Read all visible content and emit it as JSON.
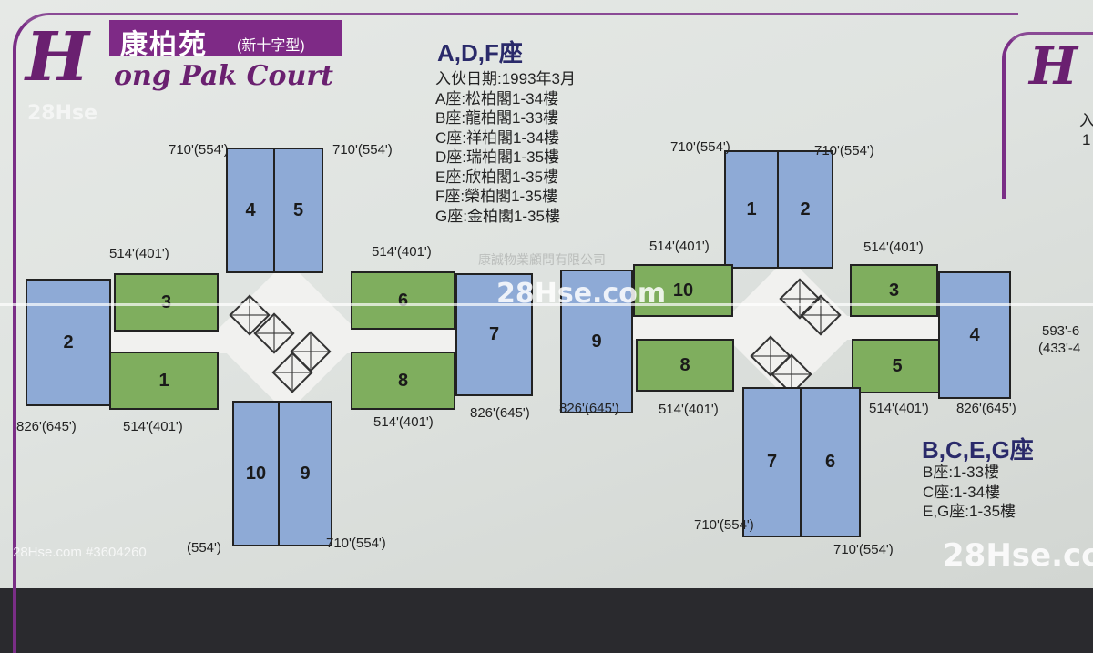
{
  "header": {
    "title_cn": "康柏苑",
    "title_type": "(新十字型)",
    "title_en": "ong Pak Court",
    "script_initial": "H"
  },
  "block_adf": {
    "title": "A,D,F座",
    "intake": "入伙日期:1993年3月",
    "blocks": [
      "A座:松柏閣1-34樓",
      "B座:龍柏閣1-33樓",
      "C座:祥柏閣1-34樓",
      "D座:瑞柏閣1-35樓",
      "E座:欣柏閣1-35樓",
      "F座:榮柏閣1-35樓",
      "G座:金柏閣1-35樓"
    ]
  },
  "company": "康誠物業顧問有限公司",
  "block_bceg": {
    "title": "B,C,E,G座",
    "floors": [
      "B座:1-33樓",
      "C座:1-34樓",
      "E,G座:1-35樓"
    ]
  },
  "left_plan": {
    "units": [
      "1",
      "2",
      "3",
      "4",
      "5",
      "6",
      "7",
      "8",
      "9",
      "10"
    ],
    "areas": {
      "a710": "710'(554')",
      "a514": "514'(401')",
      "a826": "826'(645')",
      "a826_partial": "826'(645')",
      "a554_partial": "(554')"
    }
  },
  "right_plan": {
    "units": [
      "1",
      "2",
      "3",
      "4",
      "5",
      "6",
      "7",
      "8",
      "9",
      "10"
    ],
    "areas": {
      "a710": "710'(554')",
      "a514": "514'(401')",
      "a826": "826'(645')"
    }
  },
  "next_panel": {
    "area_partial_1": "593'-6",
    "area_partial_2": "(433'-4",
    "intake_partial": "入",
    "line_partial": "1"
  },
  "watermarks": {
    "logo": "28Hse.com",
    "logo_short": "28Hse",
    "site": "28Hse.com #3604260"
  },
  "colors": {
    "purple": "#7e2a86",
    "blue_unit": "#8eaad6",
    "green_unit": "#7fae5e",
    "navy_text": "#2a2a6a"
  }
}
